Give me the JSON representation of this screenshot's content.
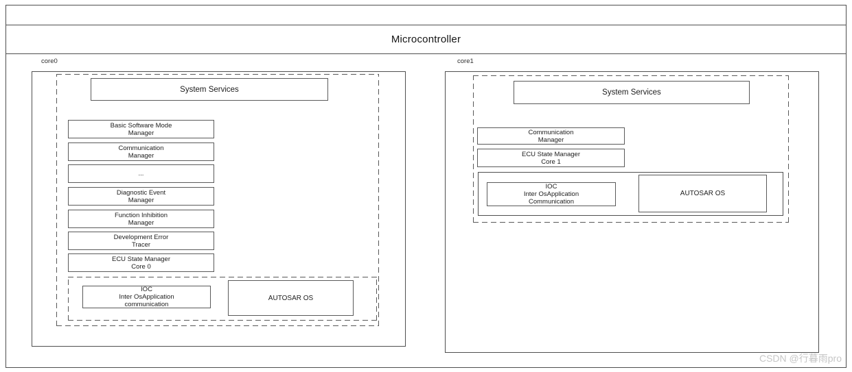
{
  "microcontroller": {
    "title": "Microcontroller"
  },
  "core0": {
    "label": "core0",
    "system_services": "System Services",
    "modules": [
      {
        "line1": "Basic Software Mode",
        "line2": "Manager"
      },
      {
        "line1": "Communication",
        "line2": "Manager"
      },
      {
        "line1": "...",
        "line2": ""
      },
      {
        "line1": "Diagnostic Event",
        "line2": "Manager"
      },
      {
        "line1": "Function Inhibition",
        "line2": "Manager"
      },
      {
        "line1": "Development Error",
        "line2": "Tracer"
      },
      {
        "line1": "ECU State Manager",
        "line2": "Core 0"
      }
    ],
    "ioc": {
      "line1": "IOC",
      "line2": "Inter OsApplication",
      "line3": "communication"
    },
    "autosar_os": "AUTOSAR OS"
  },
  "core1": {
    "label": "core1",
    "system_services": "System Services",
    "modules": [
      {
        "line1": "Communication",
        "line2": "Manager"
      },
      {
        "line1": "ECU State Manager",
        "line2": "Core 1"
      }
    ],
    "ioc": {
      "line1": "IOC",
      "line2": "Inter OsApplication",
      "line3": "Communication"
    },
    "autosar_os": "AUTOSAR OS"
  },
  "watermark": {
    "text": "CSDN @行暮雨pro"
  },
  "colors": {
    "line": "#4e4e4e",
    "box_border": "#595959",
    "watermark": "#c6c6c6",
    "background": "#ffffff"
  }
}
